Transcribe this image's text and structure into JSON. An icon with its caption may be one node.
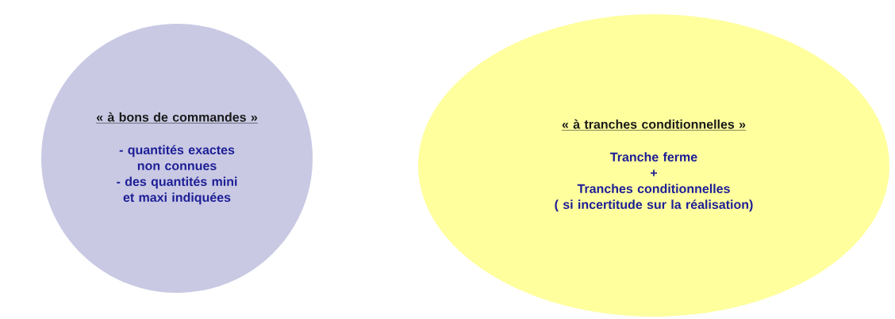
{
  "diagram": {
    "nodes": [
      {
        "text": [
          "« à bons de commandes »",
          "- quantités exactes non connues",
          "- des quantités mini et maxi indiquées"
        ]
      },
      {
        "text": [
          "« à tranches conditionnelles »",
          "Tranche ferme",
          "+",
          "Tranches conditionnelles",
          "( si incertitude sur la réalisation)"
        ]
      }
    ]
  }
}
